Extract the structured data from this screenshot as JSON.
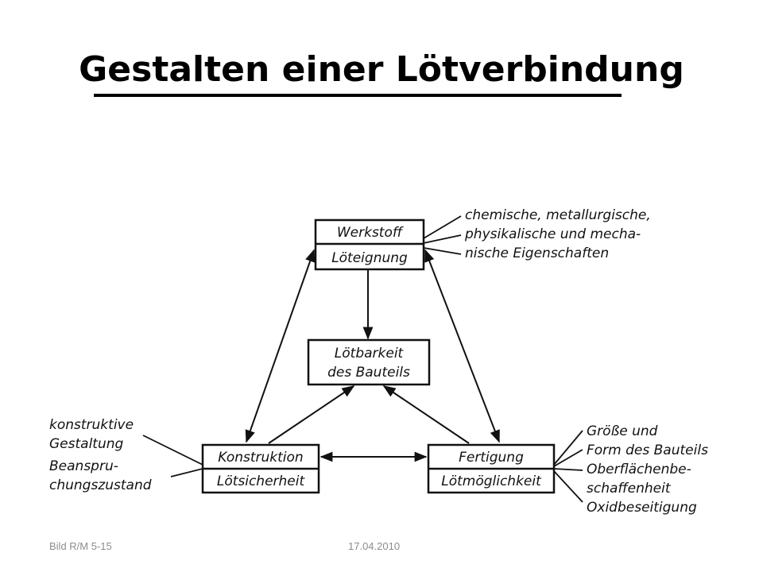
{
  "slide": {
    "title": "Gestalten einer Lötverbindung"
  },
  "diagram": {
    "werkstoff": {
      "top": "Werkstoff",
      "bottom": "Löteignung"
    },
    "center": {
      "line1": "Lötbarkeit",
      "line2": "des Bauteils"
    },
    "konstruktion": {
      "top": "Konstruktion",
      "bottom": "Lötsicherheit"
    },
    "fertigung": {
      "top": "Fertigung",
      "bottom": "Lötmöglichkeit"
    },
    "werkstoff_notes": [
      "chemische, metallurgische,",
      "physikalische und mecha-",
      "nische Eigenschaften"
    ],
    "konstruktion_notes": [
      "konstruktive",
      "Gestaltung",
      "Beanspru-",
      "chungszustand"
    ],
    "fertigung_notes": [
      "Größe und",
      "Form des Bauteils",
      "Oberflächenbe-",
      "schaffenheit",
      "Oxidbeseitigung"
    ]
  },
  "footer": {
    "figure_ref": "Bild R/M 5-15",
    "date": "17.04.2010"
  }
}
